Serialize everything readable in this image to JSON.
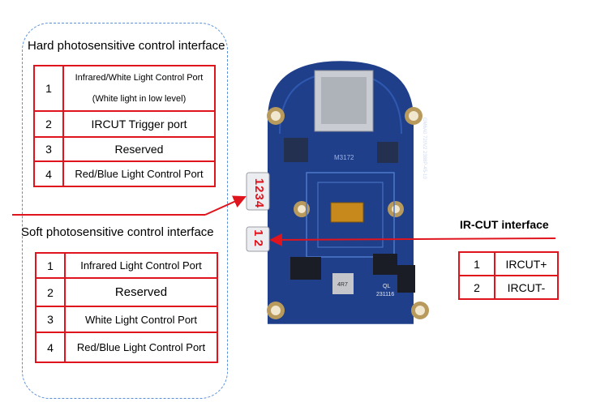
{
  "hard_interface": {
    "title": "Hard photosensitive control interface",
    "rows": [
      {
        "num": "1",
        "line1": "Infrared/White Light Control Port",
        "line2": "(White light in low level)"
      },
      {
        "num": "2",
        "label": "IRCUT Trigger port"
      },
      {
        "num": "3",
        "label": "Reserved"
      },
      {
        "num": "4",
        "label": "Red/Blue Light Control Port"
      }
    ]
  },
  "soft_interface": {
    "title": "Soft photosensitive control interface",
    "rows": [
      {
        "num": "1",
        "label": "Infrared Light Control Port"
      },
      {
        "num": "2",
        "label": "Reserved"
      },
      {
        "num": "3",
        "label": "White Light Control Port"
      },
      {
        "num": "4",
        "label": "Red/Blue Light Control Port"
      }
    ]
  },
  "ircut_interface": {
    "title": "IR-CUT interface",
    "rows": [
      {
        "num": "1",
        "label": "IRCUT+"
      },
      {
        "num": "2",
        "label": "IRCUT-"
      }
    ]
  },
  "board": {
    "connector_4pin_label": "1234",
    "connector_2pin_label": "1 2",
    "chip_text": "M3172",
    "silk_text": "GM6A0 720V2 2388P-45-10",
    "ql_text": "QL",
    "date_text": "231116",
    "inductor_text": "4R7"
  },
  "colors": {
    "accent_red": "#e0141d",
    "dashed_blue": "#5b8fd6",
    "board_blue": "#1f3f8a"
  }
}
